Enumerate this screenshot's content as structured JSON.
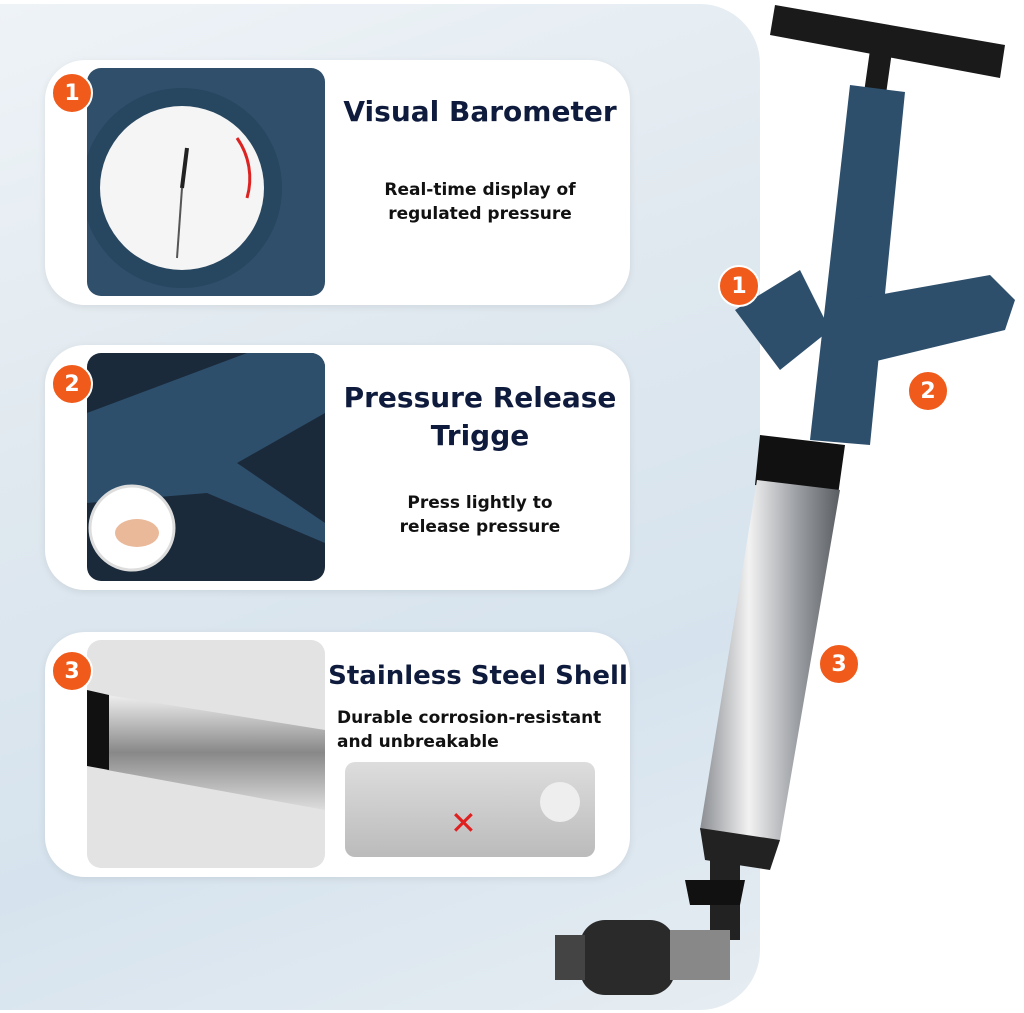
{
  "features": [
    {
      "number": "1",
      "title": "Visual Barometer",
      "desc_lines": [
        "Real-time display of",
        "regulated pressure"
      ]
    },
    {
      "number": "2",
      "title_lines": [
        "Pressure Release",
        "Trigge"
      ],
      "desc_lines": [
        "Press lightly to",
        "release pressure"
      ]
    },
    {
      "number": "3",
      "title": "Stainless Steel Shell",
      "desc_lines": [
        "Durable corrosion-resistant",
        "and unbreakable"
      ]
    }
  ],
  "callouts": [
    "1",
    "2",
    "3"
  ],
  "colors": {
    "badge": "#f05a1a",
    "title": "#0f1b3d",
    "pump_body": "#2d4f6c",
    "steel": "#c9ccd0"
  }
}
